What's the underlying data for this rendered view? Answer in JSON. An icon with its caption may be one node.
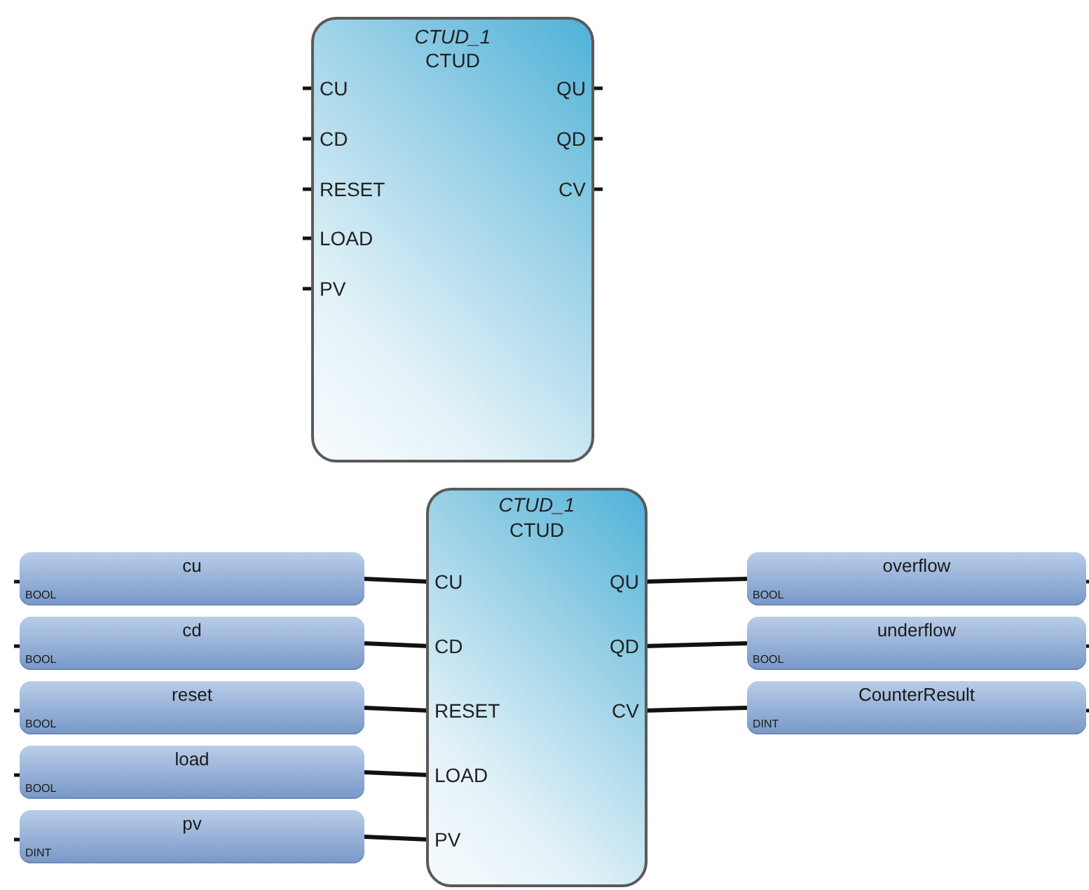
{
  "diagram": {
    "nodes": [
      {
        "text": [
          "CTUD_1",
          "CTUD"
        ]
      },
      {
        "text": [
          "CU"
        ],
        "in": 0
      },
      {
        "text": [
          "CD"
        ],
        "in": 0
      },
      {
        "text": [
          "RESET"
        ],
        "in": 0
      },
      {
        "text": [
          "LOAD"
        ],
        "in": 0
      },
      {
        "text": [
          "PV"
        ],
        "in": 0
      },
      {
        "text": [
          "QU"
        ],
        "in": 0
      },
      {
        "text": [
          "QD"
        ],
        "in": 0
      },
      {
        "text": [
          "CV"
        ],
        "in": 0
      },
      {
        "text": [
          "CTUD_1",
          "CTUD"
        ]
      },
      {
        "text": [
          "CU"
        ],
        "in": 9
      },
      {
        "text": [
          "CD"
        ],
        "in": 9
      },
      {
        "text": [
          "RESET"
        ],
        "in": 9
      },
      {
        "text": [
          "LOAD"
        ],
        "in": 9
      },
      {
        "text": [
          "PV"
        ],
        "in": 9
      },
      {
        "text": [
          "QU"
        ],
        "in": 9
      },
      {
        "text": [
          "QD"
        ],
        "in": 9
      },
      {
        "text": [
          "CV"
        ],
        "in": 9
      },
      {
        "text": [
          "cu",
          "BOOL"
        ]
      },
      {
        "text": [
          "cd",
          "BOOL"
        ]
      },
      {
        "text": [
          "reset",
          "BOOL"
        ]
      },
      {
        "text": [
          "load",
          "BOOL"
        ]
      },
      {
        "text": [
          "pv",
          "DINT"
        ]
      },
      {
        "text": [
          "overflow",
          "BOOL"
        ]
      },
      {
        "text": [
          "underflow",
          "BOOL"
        ]
      },
      {
        "text": [
          "CounterResult",
          "DINT"
        ]
      }
    ],
    "edges": [
      {
        "from": 18,
        "to": 10,
        "arrow": "none"
      },
      {
        "from": 19,
        "to": 11,
        "arrow": "none"
      },
      {
        "from": 20,
        "to": 12,
        "arrow": "none"
      },
      {
        "from": 21,
        "to": 13,
        "arrow": "none"
      },
      {
        "from": 22,
        "to": 14,
        "arrow": "none"
      },
      {
        "from": 15,
        "to": 23,
        "arrow": "none"
      },
      {
        "from": 16,
        "to": 24,
        "arrow": "none"
      },
      {
        "from": 17,
        "to": 25,
        "arrow": "none"
      }
    ]
  }
}
